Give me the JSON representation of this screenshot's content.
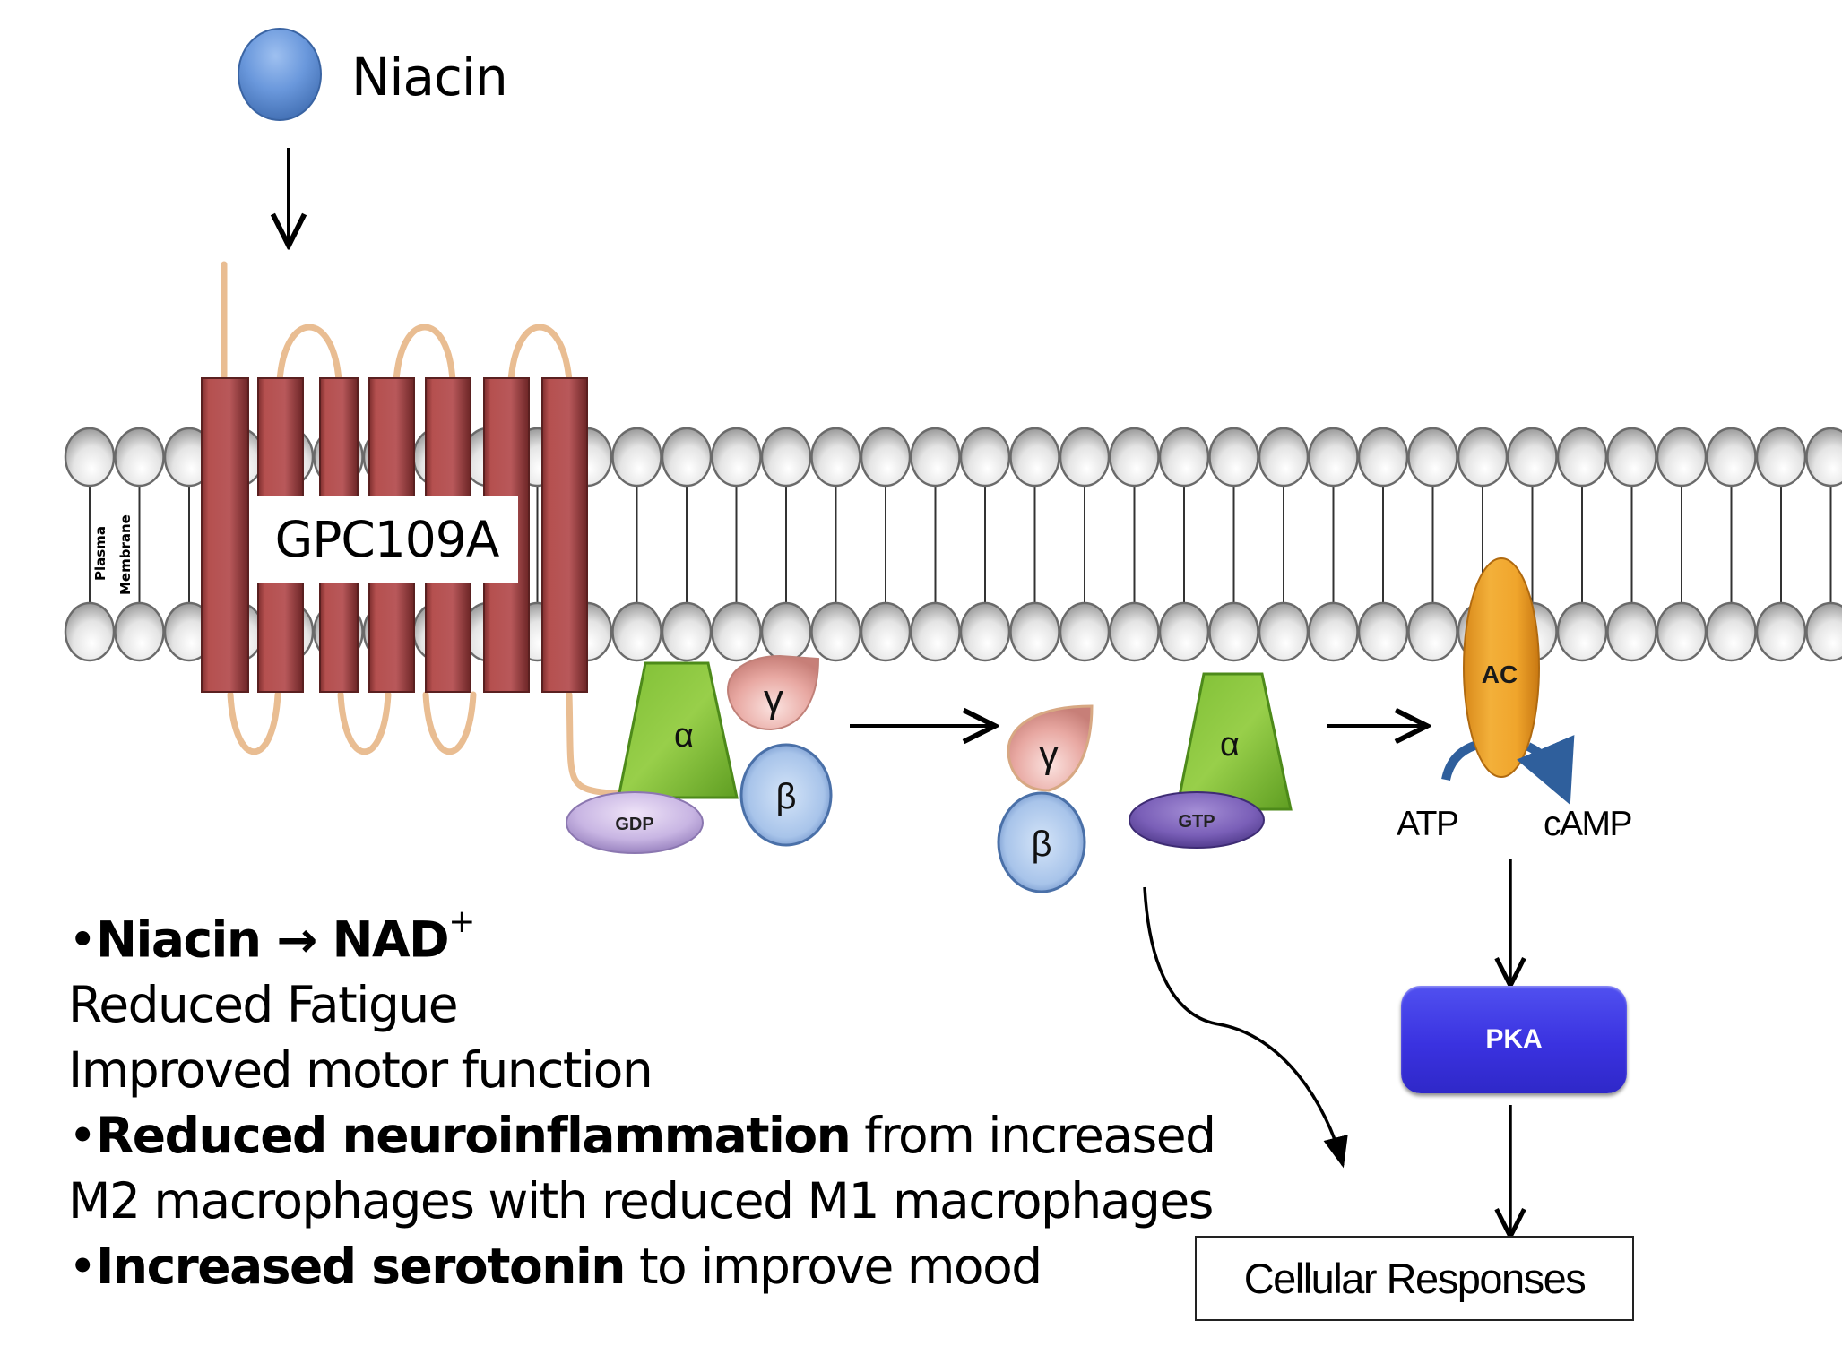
{
  "title": "Niacin signaling via GPC109A receptor",
  "ligand": {
    "label": "Niacin",
    "color": "#5b8fd6"
  },
  "membrane": {
    "label_line1": "Plasma",
    "label_line2": "Membrane"
  },
  "receptor": {
    "label": "GPC109A",
    "color": "#b0504f",
    "loop_color": "#e8bb8f"
  },
  "g_protein_inactive": {
    "alpha": "α",
    "beta": "β",
    "gamma": "γ",
    "nucleotide": "GDP"
  },
  "g_protein_dissociated": {
    "beta": "β",
    "gamma": "γ",
    "alpha": "α",
    "nucleotide": "GTP"
  },
  "effector": {
    "label": "AC",
    "color": "#f0a830"
  },
  "metabolites": {
    "substrate": "ATP",
    "product": "cAMP"
  },
  "kinase": {
    "label": "PKA",
    "color": "#3c36e2"
  },
  "outcome": {
    "label": "Cellular Responses"
  },
  "notes": {
    "line1_bullet": "•",
    "line1_a": "Niacin → NAD",
    "line1_sup": "+",
    "line2": "Reduced Fatigue",
    "line3": "Improved motor function",
    "line4_bullet": "•",
    "line4_bold": "Reduced neuroinflammation",
    "line4_rest": " from increased",
    "line5": "M2 macrophages with reduced M1 macrophages",
    "line6_bullet": "•",
    "line6_bold": "Increased serotonin",
    "line6_rest": " to improve mood"
  }
}
